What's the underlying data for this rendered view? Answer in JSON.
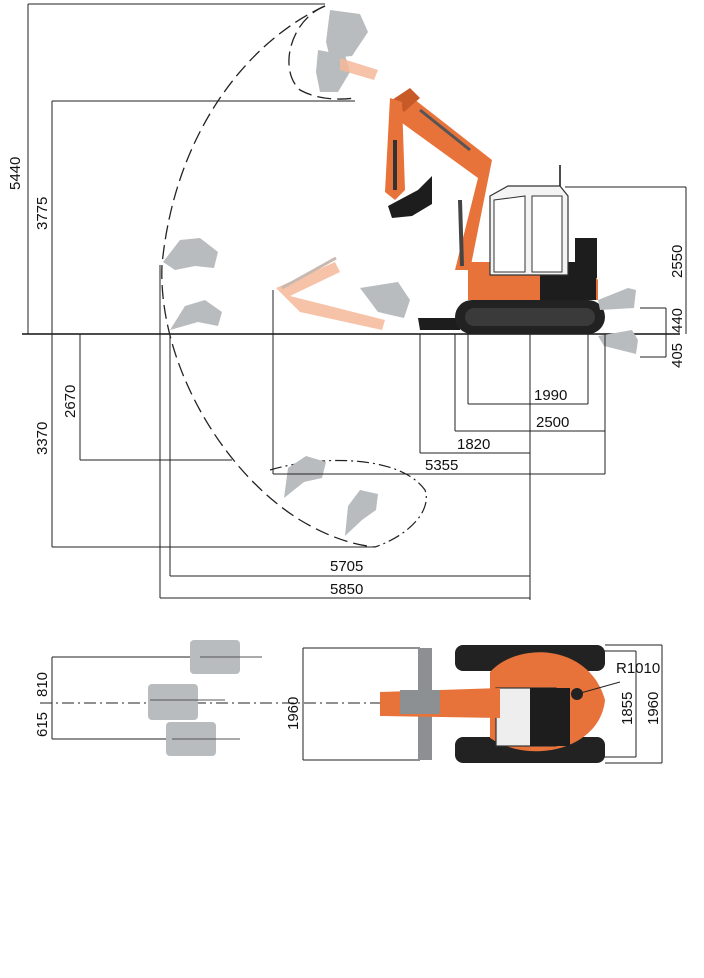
{
  "side_view": {
    "dimensions": {
      "max_reach_height": "5440",
      "max_dump_height": "3775",
      "max_dig_depth": "3370",
      "vertical_wall_depth": "2670",
      "cab_height": "2550",
      "blade_lift": "440",
      "blade_depth": "405",
      "tumbler_distance": "1990",
      "track_length": "2500",
      "blade_reach": "1820",
      "min_swing_radius": "5355",
      "max_reach_ground": "5705",
      "max_reach": "5850"
    }
  },
  "top_view": {
    "dimensions": {
      "boom_offset_left": "615",
      "boom_offset_right": "810",
      "blade_width": "1960",
      "tail_swing_radius": "R1010",
      "upper_width": "1855",
      "track_width": "1960"
    }
  }
}
